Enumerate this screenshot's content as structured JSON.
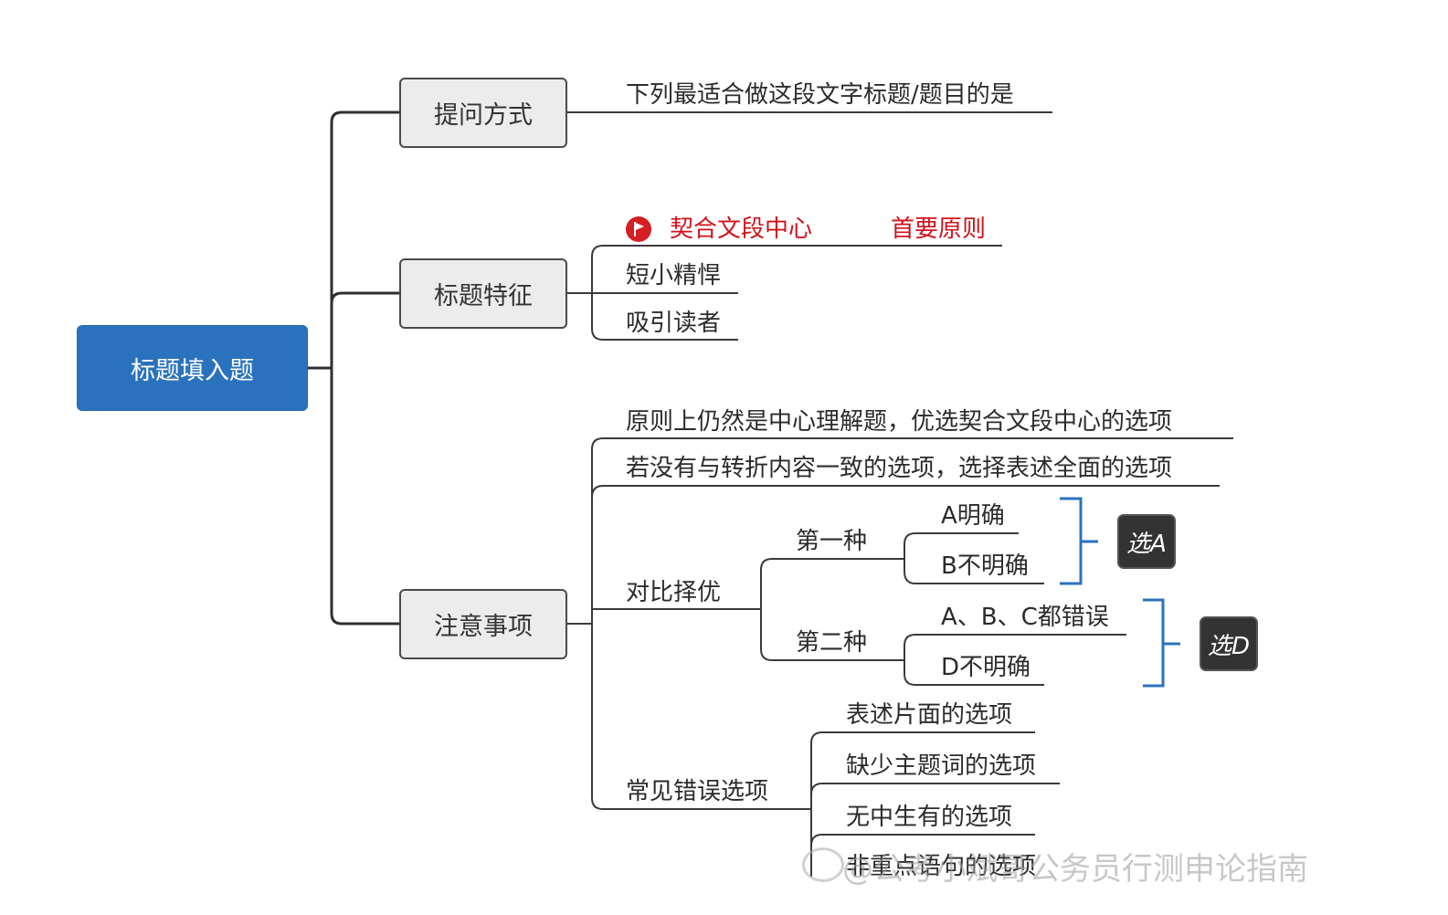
{
  "root": {
    "label": "标题填入题"
  },
  "branch1": {
    "label": "提问方式",
    "items": [
      "下列最适合做这段文字标题/题目的是"
    ]
  },
  "branch2": {
    "label": "标题特征",
    "priority": {
      "label": "契合文段中心",
      "note": "首要原则",
      "icon": "priority-flag-icon",
      "color": "#d0121b"
    },
    "items": [
      "短小精悍",
      "吸引读者"
    ]
  },
  "branch3": {
    "label": "注意事项",
    "items": [
      "原则上仍然是中心理解题，优选契合文段中心的选项",
      "若没有与转折内容一致的选项，选择表述全面的选项"
    ],
    "compare": {
      "label": "对比择优",
      "case1": {
        "label": "第一种",
        "options": [
          "A明确",
          "B不明确"
        ],
        "pick": "选A"
      },
      "case2": {
        "label": "第二种",
        "options": [
          "A、B、C都错误",
          "D不明确"
        ],
        "pick": "选D"
      }
    },
    "errors": {
      "label": "常见错误选项",
      "items": [
        "表述片面的选项",
        "缺少主题词的选项",
        "无中生有的选项",
        "非重点语句的选项"
      ]
    }
  },
  "watermark": "@公考小斌哥公务员行测申论指南",
  "colors": {
    "root": "#2a72bd",
    "accent": "#d0121b",
    "bracket": "#2a72bd"
  }
}
